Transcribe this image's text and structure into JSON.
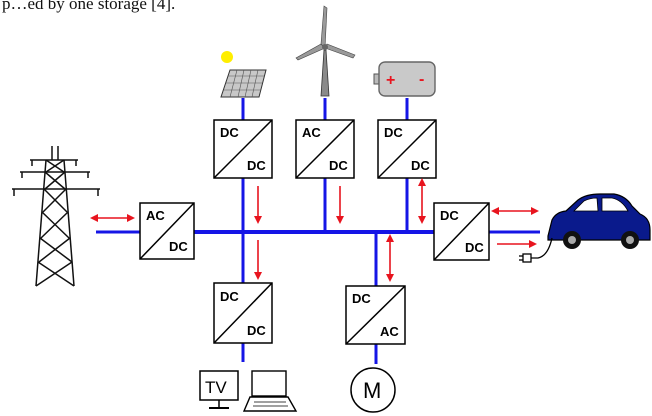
{
  "top_text": "p…ed by one storage [4].",
  "converters": {
    "solar": {
      "top": "DC",
      "bottom": "DC"
    },
    "wind": {
      "top": "AC",
      "bottom": "DC"
    },
    "battery": {
      "top": "DC",
      "bottom": "DC"
    },
    "grid": {
      "top": "AC",
      "bottom": "DC"
    },
    "ev": {
      "top": "DC",
      "bottom": "DC"
    },
    "load": {
      "top": "DC",
      "bottom": "DC"
    },
    "motor": {
      "top": "DC",
      "bottom": "AC"
    }
  },
  "battery": {
    "plus": "+",
    "minus": "-"
  },
  "tv_label": "TV",
  "motor_label": "M",
  "colors": {
    "bus": "#1515e6",
    "arrow": "#e8141e",
    "car": "#0a1a8c",
    "sun": "#ffee00"
  }
}
